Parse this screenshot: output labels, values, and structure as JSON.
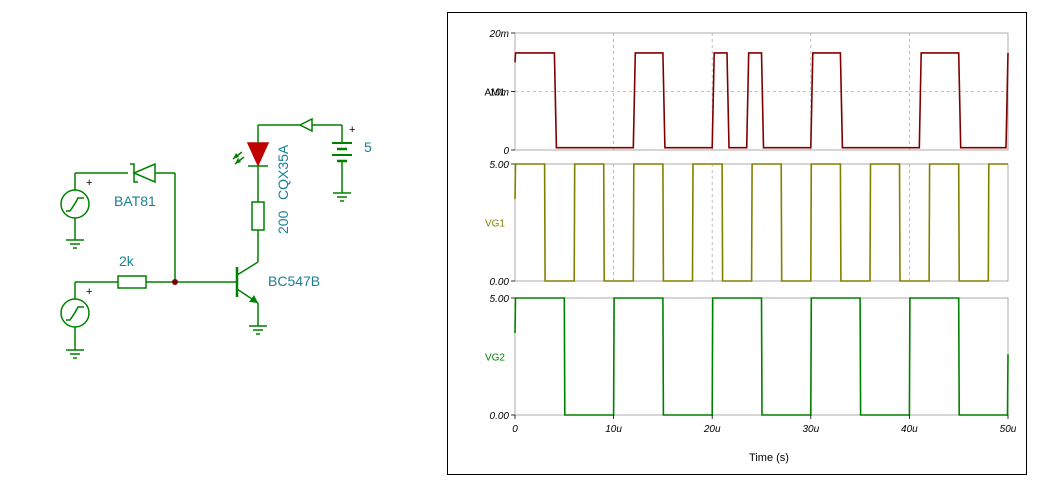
{
  "schematic": {
    "colors": {
      "wire": "#008000",
      "label": "#1a7f94",
      "led": "#c00000",
      "junction": "#7f0000"
    },
    "labels": {
      "diode": "BAT81",
      "resistor_base": "2k",
      "transistor": "BC547B",
      "resistor_led": "200",
      "led": "CQX35A",
      "supply": "5"
    },
    "icons": [
      "voltage-generator-icon",
      "schottky-diode-icon",
      "resistor-icon",
      "npn-transistor-icon",
      "led-icon",
      "battery-icon",
      "ground-icon",
      "ammeter-arrow-icon"
    ]
  },
  "plot": {
    "x_axis": {
      "label": "Time (s)",
      "ticks": [
        "0",
        "10u",
        "20u",
        "30u",
        "40u",
        "50u"
      ]
    }
  },
  "chart_data": [
    {
      "type": "line",
      "series": [
        {
          "name": "AM1",
          "color": "#7f0000",
          "x": [
            0,
            0.05,
            4.0,
            4.2,
            12.0,
            12.2,
            15.0,
            15.2,
            20.0,
            20.2,
            21.5,
            21.7,
            23.5,
            23.7,
            25.0,
            25.2,
            30.0,
            30.2,
            33.0,
            33.2,
            41.0,
            41.2,
            45.0,
            45.2,
            49.8,
            50.0
          ],
          "values": [
            15,
            16.6,
            16.6,
            0.4,
            0.4,
            16.6,
            16.6,
            0.4,
            0.4,
            16.6,
            16.6,
            0.4,
            0.4,
            16.6,
            16.6,
            0.4,
            0.4,
            16.6,
            16.6,
            0.4,
            0.4,
            16.6,
            16.6,
            0.4,
            0.4,
            16.6
          ]
        }
      ],
      "y_unit": "m",
      "yticks": [
        "0",
        "10m",
        "20m"
      ],
      "ylim": [
        0,
        20
      ],
      "xlim": [
        0,
        50
      ],
      "grid": true
    },
    {
      "type": "line",
      "series": [
        {
          "name": "VG1",
          "color": "#808000",
          "x": [
            0,
            0.05,
            3,
            3.05,
            6,
            6.05,
            9,
            9.05,
            12,
            12.05,
            15,
            15.05,
            18,
            18.05,
            21,
            21.05,
            24,
            24.05,
            27,
            27.05,
            30,
            30.05,
            33,
            33.05,
            36,
            36.05,
            39,
            39.05,
            42,
            42.05,
            45,
            45.05,
            48,
            48.05,
            50
          ],
          "values": [
            3.5,
            5,
            5,
            0,
            0,
            5,
            5,
            0,
            0,
            5,
            5,
            0,
            0,
            5,
            5,
            0,
            0,
            5,
            5,
            0,
            0,
            5,
            5,
            0,
            0,
            5,
            5,
            0,
            0,
            5,
            5,
            0,
            0,
            5,
            5
          ]
        }
      ],
      "yticks": [
        "0.00",
        "5.00"
      ],
      "ylim": [
        0,
        5
      ],
      "xlim": [
        0,
        50
      ],
      "grid": true
    },
    {
      "type": "line",
      "series": [
        {
          "name": "VG2",
          "color": "#008000",
          "x": [
            0,
            0.05,
            5,
            5.05,
            10,
            10.05,
            15,
            15.05,
            20,
            20.05,
            25,
            25.05,
            30,
            30.05,
            35,
            35.05,
            40,
            40.05,
            45,
            45.05,
            49.95,
            50
          ],
          "values": [
            3.5,
            5,
            5,
            0,
            0,
            5,
            5,
            0,
            0,
            5,
            5,
            0,
            0,
            5,
            5,
            0,
            0,
            5,
            5,
            0,
            0,
            2.6
          ]
        }
      ],
      "yticks": [
        "0.00",
        "5.00"
      ],
      "ylim": [
        0,
        5
      ],
      "xlim": [
        0,
        50
      ],
      "grid": true
    }
  ]
}
